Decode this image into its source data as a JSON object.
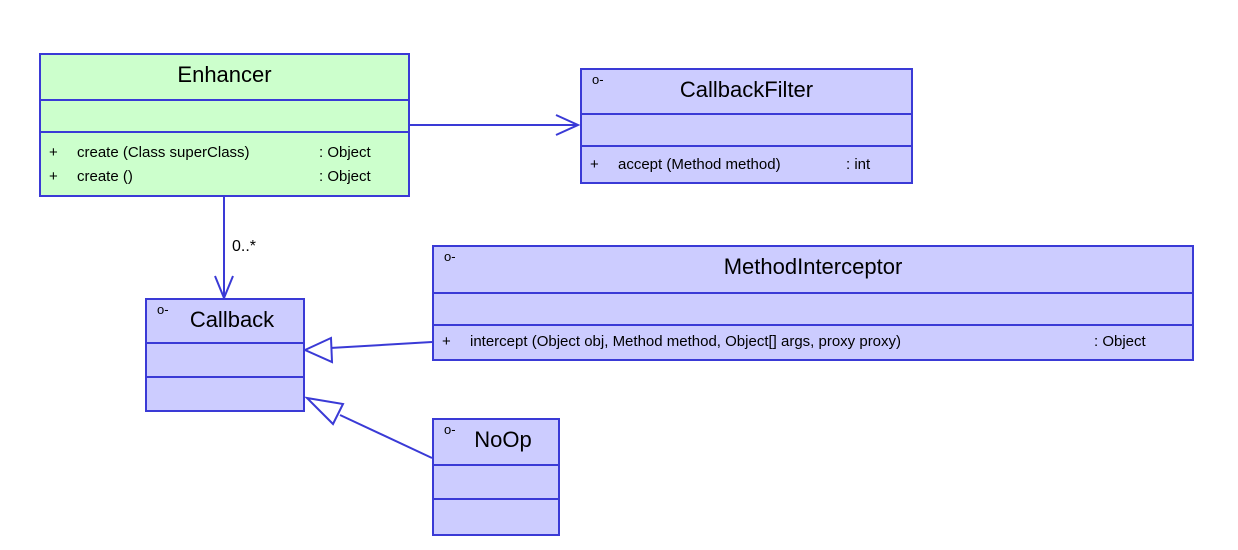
{
  "classes": {
    "enhancer": {
      "name": "Enhancer",
      "operations": [
        {
          "visibility": "+",
          "signature": "create (Class superClass)",
          "returns": ": Object"
        },
        {
          "visibility": "+",
          "signature": "create ()",
          "returns": ": Object"
        }
      ]
    },
    "callback_filter": {
      "name": "CallbackFilter",
      "marker": "o-",
      "operations": [
        {
          "visibility": "+",
          "signature": "accept (Method method)",
          "returns": ": int"
        }
      ]
    },
    "callback": {
      "name": "Callback",
      "marker": "o-"
    },
    "method_interceptor": {
      "name": "MethodInterceptor",
      "marker": "o-",
      "operations": [
        {
          "visibility": "+",
          "signature": "intercept (Object obj, Method method, Object[] args, proxy proxy)",
          "returns": ": Object"
        }
      ]
    },
    "noop": {
      "name": "NoOp",
      "marker": "o-"
    }
  },
  "relations": {
    "enhancer_callback_multiplicity": "0..*"
  },
  "colors": {
    "interface_fill": "#ccccff",
    "class_fill": "#ccffcc",
    "line": "#3a3ad6"
  }
}
